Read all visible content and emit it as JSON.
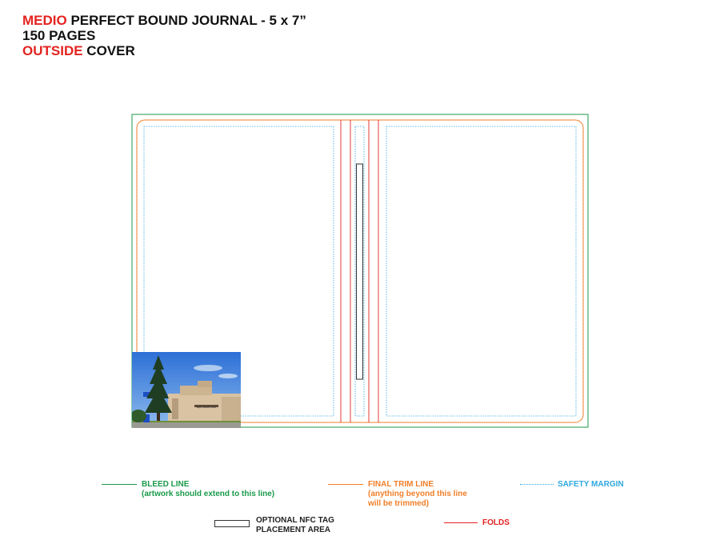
{
  "title": {
    "line1_accent": "MEDIO",
    "line1_rest": " PERFECT BOUND JOURNAL - 5 x 7”",
    "line2": "150 PAGES",
    "line3_accent": "OUTSIDE",
    "line3_rest": " COVER"
  },
  "legend": {
    "bleed_label": "BLEED LINE",
    "bleed_note": "(artwork should extend to this line)",
    "trim_label": "FINAL TRIM LINE",
    "trim_note_1": "(anything beyond this line",
    "trim_note_2": "will be trimmed)",
    "safety_label": "SAFETY MARGIN",
    "nfc_label_1": "OPTIONAL NFC TAG",
    "nfc_label_2": "PLACEMENT AREA",
    "folds_label": "FOLDS"
  },
  "colors": {
    "accent_red": "#e32320",
    "bleed_green": "#1a9a4a",
    "trim_orange": "#f07f2a",
    "safety_blue": "#2ea8e0",
    "fold_red": "#e32320",
    "nfc_outline": "#333333"
  },
  "photo": {
    "sign_text": "Mayor Gosselin Center"
  }
}
